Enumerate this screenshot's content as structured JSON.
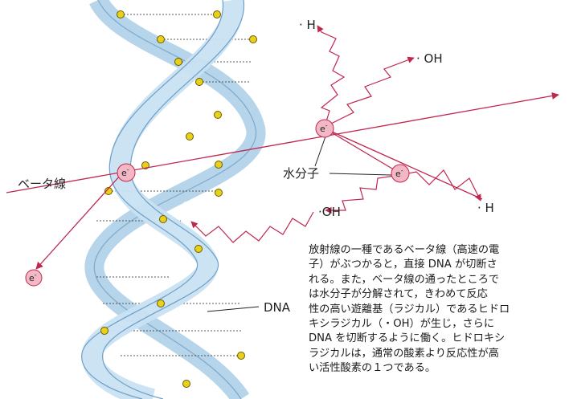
{
  "labels": {
    "beta_ray": "ベータ線",
    "water_molecule": "水分子",
    "dna": "DNA",
    "h_top": "· H",
    "oh_top": "· OH",
    "oh_mid": "·OH",
    "h_right": "· H",
    "electron": "e",
    "electron_sup": "-"
  },
  "description": [
    "放射線の一種であるベータ線（高速の電",
    "子）がぶつかると，直接 DNA が切断さ",
    "れる。また，ベータ線の通ったところで",
    "は水分子が分解されて，きわめて反応",
    "性の高い遊離基（ラジカル）であるヒドロ",
    "キシラジカル（・OH）が生じ，さらに",
    "DNA を切断するように働く。ヒドロキシ",
    "ラジカルは，通常の酸素より反応性が高",
    "い活性酸素の１つである。"
  ],
  "colors": {
    "ray": "#c0264e",
    "electron_fill": "#f2b8c6",
    "strand_light": "#c9e2f3",
    "strand_dark": "#6e9fc6",
    "nucleotide": "#e8d11a"
  }
}
